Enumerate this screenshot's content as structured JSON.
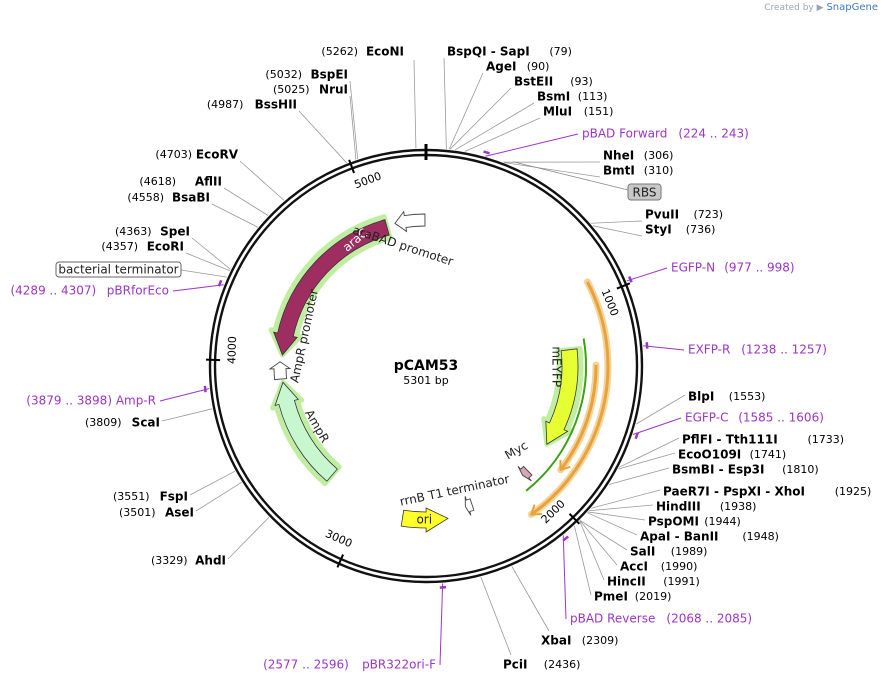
{
  "credit": {
    "text": "Created by",
    "brand": "SnapGene"
  },
  "plasmid": {
    "name": "pCAM53",
    "size_label": "5301 bp",
    "length": 5301
  },
  "ticks": [
    "1000",
    "2000",
    "3000",
    "4000",
    "5000"
  ],
  "features": [
    {
      "id": "araC",
      "label": "araC",
      "type": "cds",
      "start": 4040,
      "end": 5070,
      "dir": -1,
      "fill": "#9e2e5f",
      "ring": "inner"
    },
    {
      "id": "araBAD",
      "label": "araBAD promoter",
      "type": "promoter",
      "start": 5120,
      "end": 5295,
      "dir": -1,
      "fill": "#ffffff",
      "ring": "inner"
    },
    {
      "id": "AmpRprom",
      "label": "AmpR promoter",
      "type": "promoter",
      "start": 3900,
      "end": 4000,
      "dir": 1,
      "fill": "#ffffff",
      "ring": "inner"
    },
    {
      "id": "AmpR",
      "label": "AmpR",
      "type": "cds",
      "start": 3250,
      "end": 3880,
      "dir": 1,
      "fill": "#c6f7cf",
      "ring": "inner"
    },
    {
      "id": "ori",
      "label": "ori",
      "type": "rep",
      "start": 2530,
      "end": 2780,
      "dir": -1,
      "fill": "#ffff2a",
      "ring": "inner"
    },
    {
      "id": "rrnB",
      "label": "rrnB T1 terminator",
      "type": "terminator",
      "start": 2380,
      "end": 2420,
      "dir": 1,
      "fill": "#ffffff",
      "ring": "inner"
    },
    {
      "id": "mEYFP",
      "label": "mEYFP",
      "type": "cds",
      "start": 1230,
      "end": 1810,
      "dir": 1,
      "fill": "#e6ff33",
      "ring": "inner"
    },
    {
      "id": "Myc",
      "label": "Myc",
      "type": "tag",
      "start": 2000,
      "end": 2040,
      "dir": 1,
      "fill": "#d9a3b8",
      "ring": "inner"
    }
  ],
  "annotations": [
    {
      "id": "RBS",
      "label": "RBS",
      "pos": 660
    }
  ],
  "sites": [
    {
      "name": "EcoNI",
      "pos": "(5262)",
      "at": 5262,
      "side": "left"
    },
    {
      "name": "BspEI",
      "pos": "(5032)",
      "at": 5032,
      "side": "left"
    },
    {
      "name": "NruI",
      "pos": "(5025)",
      "at": 5025,
      "side": "left"
    },
    {
      "name": "BssHII",
      "pos": "(4987)",
      "at": 4987,
      "side": "left"
    },
    {
      "name": "EcoRV",
      "pos": "(4703)",
      "at": 4703,
      "side": "left"
    },
    {
      "name": "AflII",
      "pos": "(4618)",
      "at": 4618,
      "side": "left"
    },
    {
      "name": "BsaBI",
      "pos": "(4558)",
      "at": 4558,
      "side": "left"
    },
    {
      "name": "SpeI",
      "pos": "(4363)",
      "at": 4363,
      "side": "left"
    },
    {
      "name": "EcoRI",
      "pos": "(4357)",
      "at": 4357,
      "side": "left"
    },
    {
      "name": "ScaI",
      "pos": "(3809)",
      "at": 3809,
      "side": "left"
    },
    {
      "name": "FspI",
      "pos": "(3551)",
      "at": 3551,
      "side": "left"
    },
    {
      "name": "AseI",
      "pos": "(3501)",
      "at": 3501,
      "side": "left"
    },
    {
      "name": "AhdI",
      "pos": "(3329)",
      "at": 3329,
      "side": "left"
    },
    {
      "name": "PciI",
      "pos": "(2436)",
      "at": 2436,
      "side": "right"
    },
    {
      "name": "XbaI",
      "pos": "(2309)",
      "at": 2309,
      "side": "right"
    },
    {
      "name": "BspQI  -  SapI",
      "pos": "(79)",
      "at": 79,
      "side": "right"
    },
    {
      "name": "AgeI",
      "pos": "(90)",
      "at": 90,
      "side": "right"
    },
    {
      "name": "BstEII",
      "pos": "(93)",
      "at": 93,
      "side": "right"
    },
    {
      "name": "BsmI",
      "pos": "(113)",
      "at": 113,
      "side": "right"
    },
    {
      "name": "MluI",
      "pos": "(151)",
      "at": 151,
      "side": "right"
    },
    {
      "name": "NheI",
      "pos": "(306)",
      "at": 306,
      "side": "right"
    },
    {
      "name": "BmtI",
      "pos": "(310)",
      "at": 310,
      "side": "right"
    },
    {
      "name": "PvuII",
      "pos": "(723)",
      "at": 723,
      "side": "right"
    },
    {
      "name": "StyI",
      "pos": "(736)",
      "at": 736,
      "side": "right"
    },
    {
      "name": "BlpI",
      "pos": "(1553)",
      "at": 1553,
      "side": "right"
    },
    {
      "name": "PflFI  -  Tth111I",
      "pos": "(1733)",
      "at": 1733,
      "side": "right"
    },
    {
      "name": "EcoO109I",
      "pos": "(1741)",
      "at": 1741,
      "side": "right"
    },
    {
      "name": "BsmBI  -  Esp3I",
      "pos": "(1810)",
      "at": 1810,
      "side": "right"
    },
    {
      "name": "PaeR7I  -  PspXI  -  XhoI",
      "pos": "(1925)",
      "at": 1925,
      "side": "right"
    },
    {
      "name": "HindIII",
      "pos": "(1938)",
      "at": 1938,
      "side": "right"
    },
    {
      "name": "PspOMI",
      "pos": "(1944)",
      "at": 1944,
      "side": "right"
    },
    {
      "name": "ApaI  -  BanII",
      "pos": "(1948)",
      "at": 1948,
      "side": "right"
    },
    {
      "name": "SalI",
      "pos": "(1989)",
      "at": 1989,
      "side": "right"
    },
    {
      "name": "AccI",
      "pos": "(1990)",
      "at": 1990,
      "side": "right"
    },
    {
      "name": "HincII",
      "pos": "(1991)",
      "at": 1991,
      "side": "right"
    },
    {
      "name": "PmeI",
      "pos": "(2019)",
      "at": 2019,
      "side": "right"
    }
  ],
  "primers": [
    {
      "name": "pBAD Forward",
      "range": "(224 .. 243)",
      "at": 233
    },
    {
      "name": "EGFP-N",
      "range": "(977 .. 998)",
      "at": 987
    },
    {
      "name": "EXFP-R",
      "range": "(1238 .. 1257)",
      "at": 1247
    },
    {
      "name": "EGFP-C",
      "range": "(1585 .. 1606)",
      "at": 1595
    },
    {
      "name": "pBAD Reverse",
      "range": "(2068 .. 2085)",
      "at": 2076
    },
    {
      "name": "pBR322ori-F",
      "range": "(2577 .. 2596)",
      "at": 2586
    },
    {
      "name": "Amp-R",
      "range": "(3879 .. 3898)",
      "at": 3888
    },
    {
      "name": "pBRforEco",
      "range": "(4289 .. 4307)",
      "at": 4298
    }
  ],
  "boxed_labels": [
    {
      "id": "bacterial_terminator",
      "label": "bacterial terminator",
      "at": 4330
    }
  ],
  "colors": {
    "primer": "#9b36c6",
    "araC": "#9e2e5f",
    "AmpR": "#c6f7cf",
    "ori": "#ffff2a",
    "mEYFP": "#e6ff33",
    "orf_orange": "#e8a23a",
    "orf_green": "#3fa012",
    "backbone": "#000000"
  }
}
